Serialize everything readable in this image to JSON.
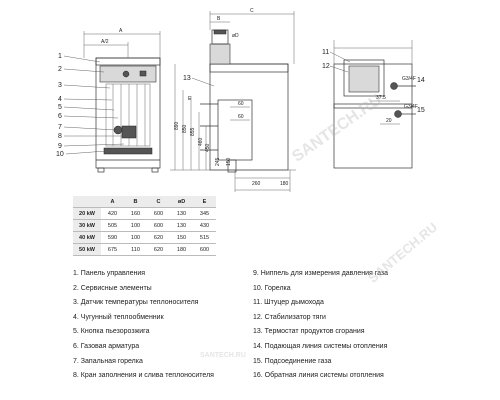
{
  "dimension_letters": {
    "a": "A",
    "a_half": "A/2",
    "b": "B",
    "c": "C",
    "e": "E",
    "phi_d": "øD"
  },
  "callouts": {
    "left": [
      "1",
      "2",
      "3",
      "4",
      "5",
      "6",
      "7",
      "8",
      "9",
      "10"
    ],
    "middle": [
      "13"
    ],
    "right": [
      "11",
      "12",
      "14",
      "15"
    ]
  },
  "dimensions": {
    "side": [
      "890",
      "850",
      "855",
      "460",
      "450",
      "245",
      "150",
      "60",
      "60",
      "180",
      "260"
    ],
    "right": [
      "37.5",
      "20"
    ]
  },
  "connection_labels": {
    "upper": "G3/4F",
    "lower": "G3/4F"
  },
  "table": {
    "headers": [
      "",
      "A",
      "B",
      "C",
      "øD",
      "E"
    ],
    "rows": [
      [
        "20 kW",
        "420",
        "160",
        "600",
        "130",
        "345"
      ],
      [
        "30 kW",
        "505",
        "100",
        "600",
        "130",
        "430"
      ],
      [
        "40 kW",
        "590",
        "100",
        "620",
        "150",
        "515"
      ],
      [
        "50 kW",
        "675",
        "110",
        "620",
        "180",
        "600"
      ]
    ]
  },
  "legend": {
    "left": [
      "1. Панель управления",
      "2. Сервисные элементы",
      "3. Датчик температуры теплоносителя",
      "4. Чугунный теплообменник",
      "5. Кнопка пьезорозжига",
      "6. Газовая арматура",
      "7. Запальная горелка",
      "8. Кран заполнения и слива теплоносителя"
    ],
    "right": [
      "9. Ниппель для измерения давления газа",
      "10. Горелка",
      "11. Штуцер дымохода",
      "12. Стабилизатор тяги",
      "13. Термостат продуктов сгорания",
      "14. Подающая линия системы отопления",
      "15. Подсоединение газа",
      "16. Обратная линия системы отопления"
    ]
  },
  "watermarks": [
    "SANTECH.RU",
    "SANTECH.RU",
    "SANTECH.RU"
  ]
}
